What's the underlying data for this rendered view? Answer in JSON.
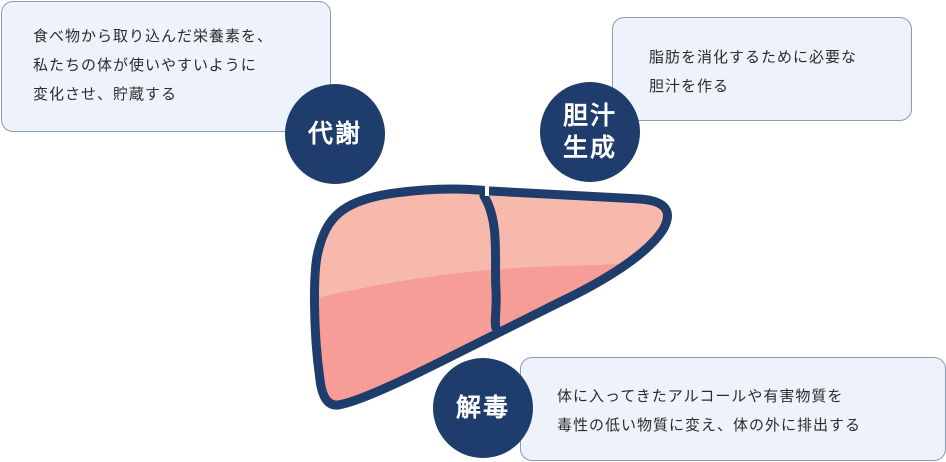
{
  "functions": {
    "metabolism": {
      "title": "代謝",
      "lines": [
        "食べ物から取り込んだ栄養素を、",
        "私たちの体が使いやすいように",
        "変化させ、貯蔵する"
      ]
    },
    "bile": {
      "title_lines": [
        "胆汁",
        "生成"
      ],
      "lines": [
        "脂肪を消化するために必要な",
        "胆汁を作る"
      ]
    },
    "detox": {
      "title": "解毒",
      "lines": [
        "体に入ってきたアルコールや有害物質を",
        "毒性の低い物質に変え、体の外に排出する"
      ]
    }
  },
  "colors": {
    "navy": "#1e3d6d",
    "liver_light": "#f7b9ac",
    "liver_dark": "#f59d96",
    "box_bg": "#eef2fa",
    "box_border": "#8a9bb5"
  }
}
